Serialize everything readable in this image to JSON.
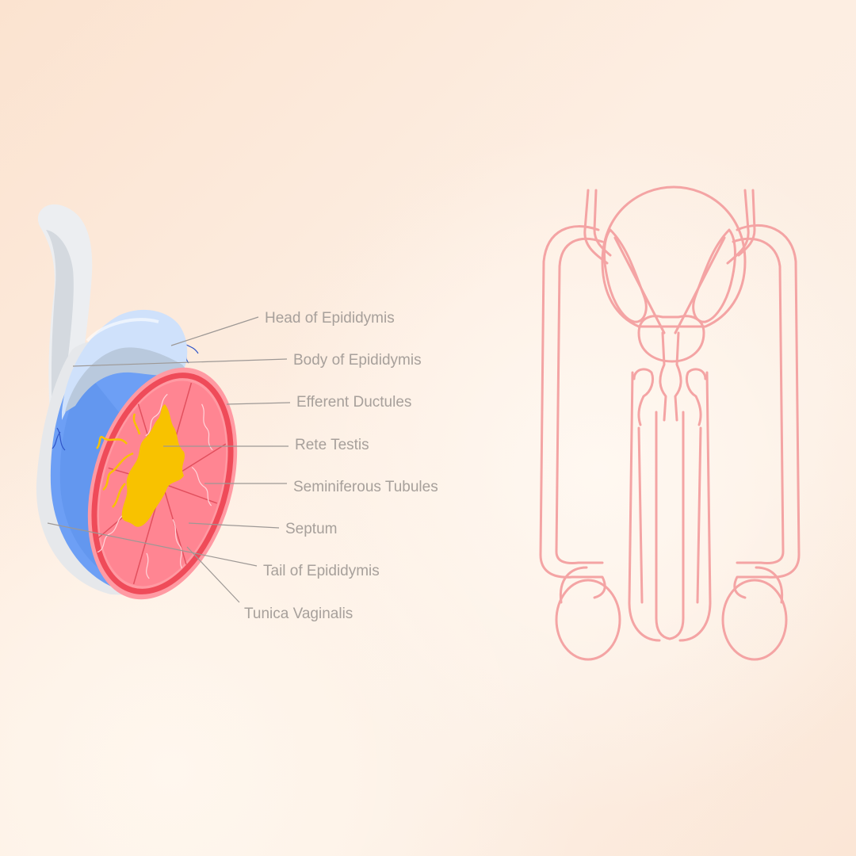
{
  "labels": {
    "head_of_epididymis": "Head of Epididymis",
    "body_of_epididymis": "Body of Epididymis",
    "efferent_ductules": "Efferent Ductules",
    "rete_testis": "Rete Testis",
    "seminiferous_tubules": "Seminiferous Tubules",
    "septum": "Septum",
    "tail_of_epididymis": "Tail of Epididymis",
    "tunica_vaginalis": "Tunica Vaginalis"
  },
  "colors": {
    "background": "#fce9da",
    "epididymis_light": "#dde3ea",
    "tunica_blue": "#6b9ff5",
    "testis_pink": "#ff8b96",
    "testis_red": "#ef4b59",
    "rete_yellow": "#f9c200",
    "outline_pink": "#f4a4a4",
    "label_gray": "#a7a09b",
    "leader_gray": "#9d9895"
  }
}
